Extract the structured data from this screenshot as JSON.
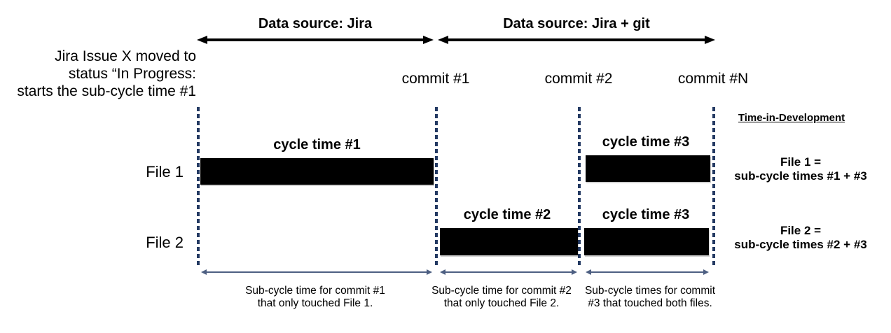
{
  "left_annotation": {
    "line1": "Jira Issue X moved to",
    "line2": "status “In Progress:",
    "line3": "starts the sub-cycle time #1"
  },
  "data_source_arrows": {
    "jira": {
      "label": "Data source: Jira"
    },
    "jira_git": {
      "label": "Data source: Jira + git"
    }
  },
  "commit_markers": [
    {
      "label": "commit #1"
    },
    {
      "label": "commit #2"
    },
    {
      "label": "commit #N"
    }
  ],
  "file_rows": [
    {
      "label": "File 1"
    },
    {
      "label": "File 2"
    }
  ],
  "cycle_time_bars": [
    {
      "label": "cycle time #1",
      "row": "File 1"
    },
    {
      "label": "cycle time #2",
      "row": "File 2"
    },
    {
      "label": "cycle time #3",
      "row": "File 1"
    },
    {
      "label": "cycle time #3",
      "row": "File 2"
    }
  ],
  "time_in_development": {
    "header": "Time-in-Development",
    "file1": {
      "line1": "File 1 =",
      "line2": "sub-cycle times #1 + #3"
    },
    "file2": {
      "line1": "File 2 =",
      "line2": "sub-cycle times #2 + #3"
    }
  },
  "sub_cycle_captions": [
    {
      "line1": "Sub-cycle time for commit #1",
      "line2": "that only touched File 1."
    },
    {
      "line1": "Sub-cycle time for commit #2",
      "line2": "that only touched File 2."
    },
    {
      "line1": "Sub-cycle times for commit",
      "line2": "#3 that touched both files."
    }
  ],
  "colors": {
    "dashed_line": "#243a63",
    "dimension_line": "#4d5f82",
    "bar": "#000000",
    "arrow": "#000000",
    "background": "#ffffff"
  }
}
